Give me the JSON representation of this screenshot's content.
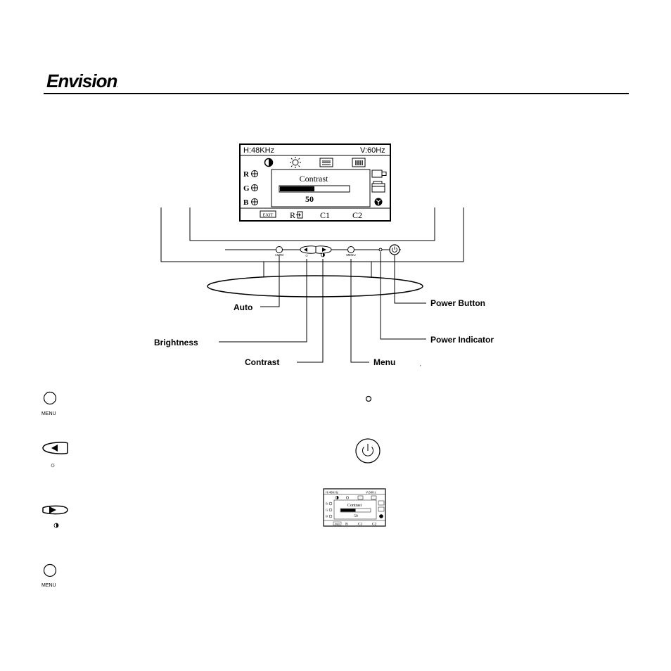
{
  "header": {
    "brand": "Envision",
    "brand_mark": "."
  },
  "osd": {
    "h_freq": "H:48KHz",
    "v_freq": "V:60Hz",
    "r_label": "R",
    "g_label": "G",
    "b_label": "B",
    "title": "Contrast",
    "value": "50",
    "level": 50,
    "exit": "EXIT",
    "recall": "R",
    "c1": "C1",
    "c2": "C2"
  },
  "front_panel": {
    "auto_text": "AUTO",
    "menu_text": "MENU"
  },
  "callouts": {
    "auto": "Auto",
    "brightness": "Brightness",
    "contrast": "Contrast",
    "menu": "Menu",
    "power_button": "Power Button",
    "power_indicator": "Power Indicator"
  },
  "legend": {
    "menu1": "MENU",
    "menu2": "MENU"
  },
  "thumb": {
    "h_freq": "H:48KHz",
    "v_freq": "V:60Hz",
    "title": "Contrast",
    "value": "50",
    "exit": "EXIT",
    "recall": "R",
    "c1": "C1",
    "c2": "C2"
  }
}
